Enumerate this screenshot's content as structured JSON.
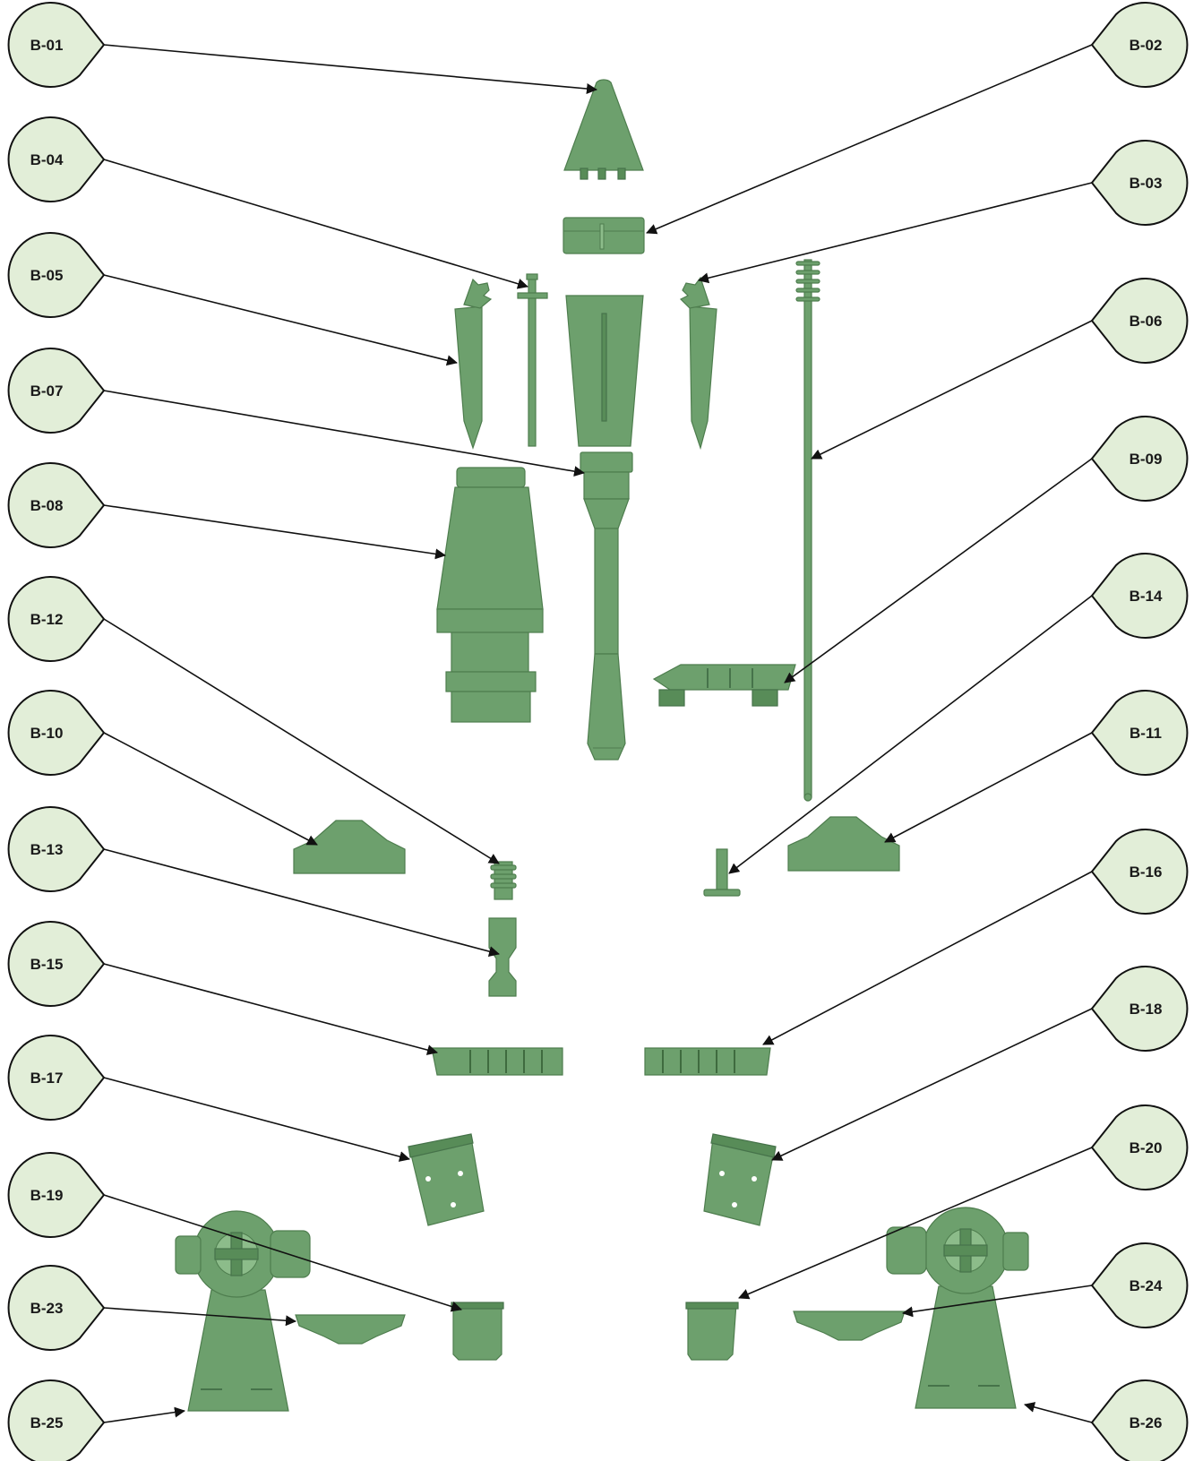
{
  "accent_colors": {
    "callout_fill": "#e2eed8",
    "callout_stroke": "#111111",
    "part_fill": "#6da06d",
    "leader": "#111111"
  },
  "callouts": [
    {
      "id": "B-01"
    },
    {
      "id": "B-02"
    },
    {
      "id": "B-03"
    },
    {
      "id": "B-04"
    },
    {
      "id": "B-05"
    },
    {
      "id": "B-06"
    },
    {
      "id": "B-07"
    },
    {
      "id": "B-08"
    },
    {
      "id": "B-09"
    },
    {
      "id": "B-10"
    },
    {
      "id": "B-11"
    },
    {
      "id": "B-12"
    },
    {
      "id": "B-13"
    },
    {
      "id": "B-14"
    },
    {
      "id": "B-15"
    },
    {
      "id": "B-16"
    },
    {
      "id": "B-17"
    },
    {
      "id": "B-18"
    },
    {
      "id": "B-19"
    },
    {
      "id": "B-20"
    },
    {
      "id": "B-23"
    },
    {
      "id": "B-24"
    },
    {
      "id": "B-25"
    },
    {
      "id": "B-26"
    }
  ]
}
